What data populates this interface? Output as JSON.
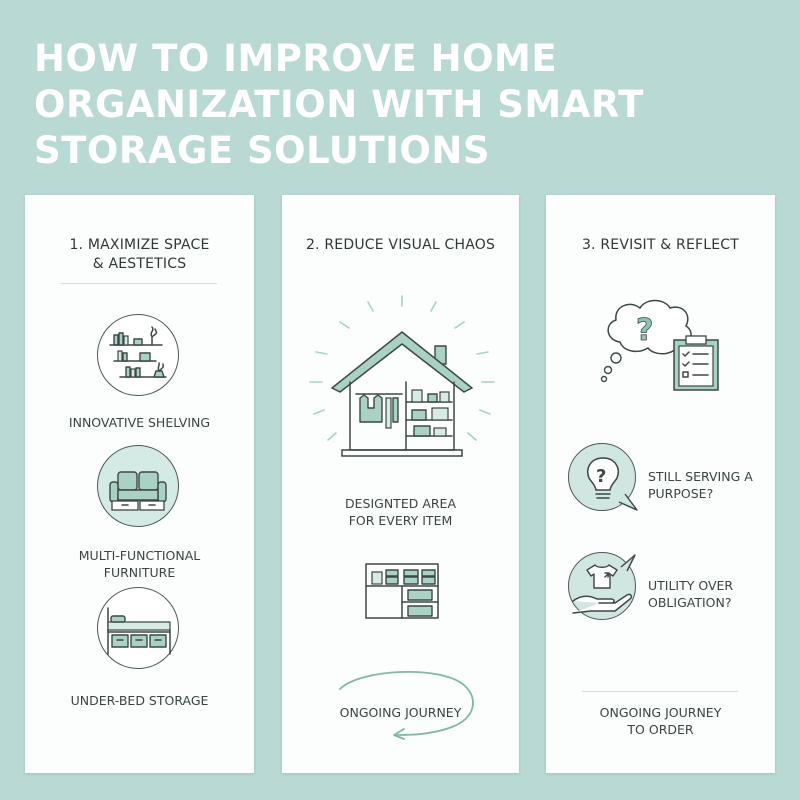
{
  "title_lines": [
    "HOW TO IMPROVE HOME",
    "ORGANIZATION WITH SMART",
    "STORAGE SOLUTIONS"
  ],
  "columns": [
    {
      "heading_lines": [
        "1. MAXIMIZE SPACE",
        "& AESTETICS"
      ],
      "items": [
        {
          "icon": "shelving-icon",
          "label_lines": [
            "INNOVATIVE SHELVING"
          ]
        },
        {
          "icon": "sofa-storage-icon",
          "label_lines": [
            "MULTI-FUNCTIONAL",
            "FURNITURE"
          ]
        },
        {
          "icon": "under-bed-storage-icon",
          "label_lines": [
            "UNDER-BED STORAGE"
          ]
        }
      ]
    },
    {
      "heading_lines": [
        "2. REDUCE VISUAL CHAOS"
      ],
      "main_icon": "house-closet-icon",
      "label_lines": [
        "DESIGNTED AREA",
        "FOR EVERY ITEM"
      ],
      "secondary_icon": "cabinet-bins-icon",
      "footer_icon": "cycle-arrow-icon",
      "footer": "ONGOING JOURNEY"
    },
    {
      "heading_lines": [
        "3. REVISIT & REFLECT"
      ],
      "main_icon": "thought-checklist-icon",
      "items": [
        {
          "icon": "lightbulb-question-icon",
          "label_lines": [
            "STILL SERVING A",
            "PURPOSE?"
          ]
        },
        {
          "icon": "hand-shirt-icon",
          "label_lines": [
            "UTILITY OVER",
            "OBLIGATION?"
          ]
        }
      ],
      "footer_lines": [
        "ONGOING JOURNEY",
        "TO ORDER"
      ]
    }
  ],
  "colors": {
    "background": "#b9d9d5",
    "panel": "#fcfdfd",
    "accent": "#a9d2c5",
    "ink": "#3c4747"
  }
}
